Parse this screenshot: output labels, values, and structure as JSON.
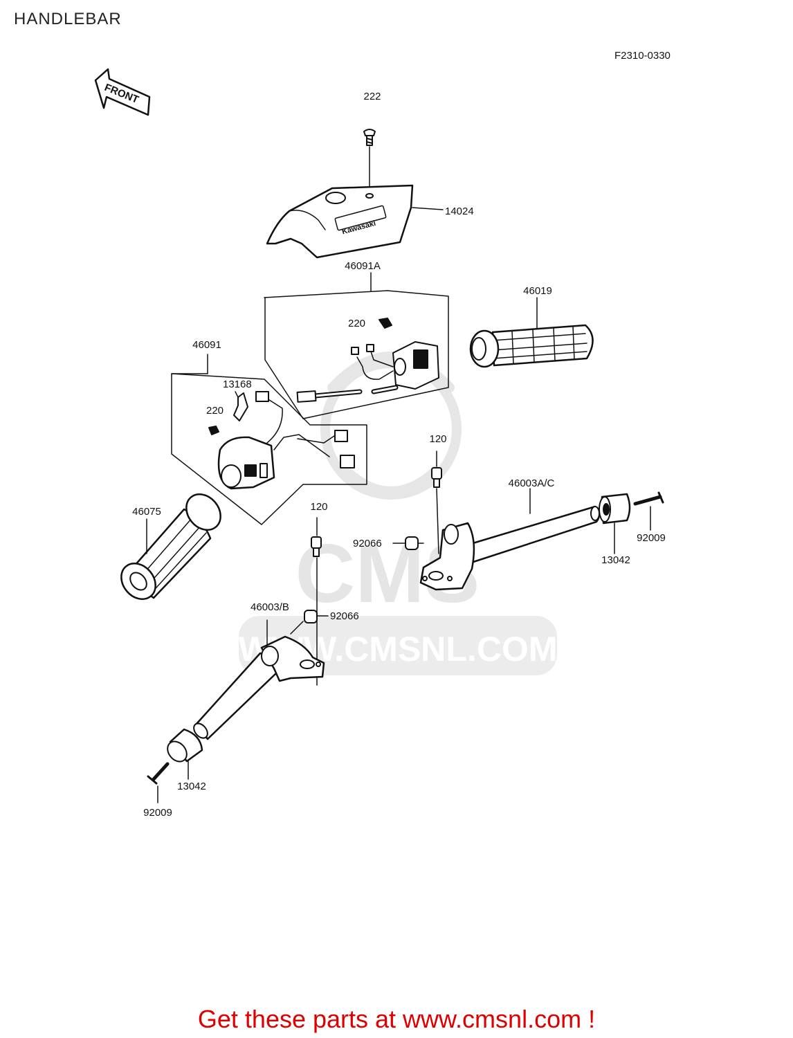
{
  "title": "HANDLEBAR",
  "diagram_code": "F2310-0330",
  "front_marker": "FRONT",
  "cover_brand": "Kawasaki",
  "watermark": {
    "logo": "CMS",
    "url": "WWW.CMSNL.COM",
    "color": "#e5e5e5"
  },
  "call_to_action": "Get these parts at www.cmsnl.com !",
  "cta_color": "#dd0000",
  "parts": {
    "p222": "222",
    "p14024": "14024",
    "p46091A": "46091A",
    "p220a": "220",
    "p46019": "46019",
    "p46091": "46091",
    "p13168": "13168",
    "p220b": "220",
    "p120a": "120",
    "p46003AC": "46003A/C",
    "p46075": "46075",
    "p120b": "120",
    "p92066a": "92066",
    "p92009a": "92009",
    "p13042a": "13042",
    "p46003B": "46003/B",
    "p92066b": "92066",
    "p13042b": "13042",
    "p92009b": "92009"
  }
}
